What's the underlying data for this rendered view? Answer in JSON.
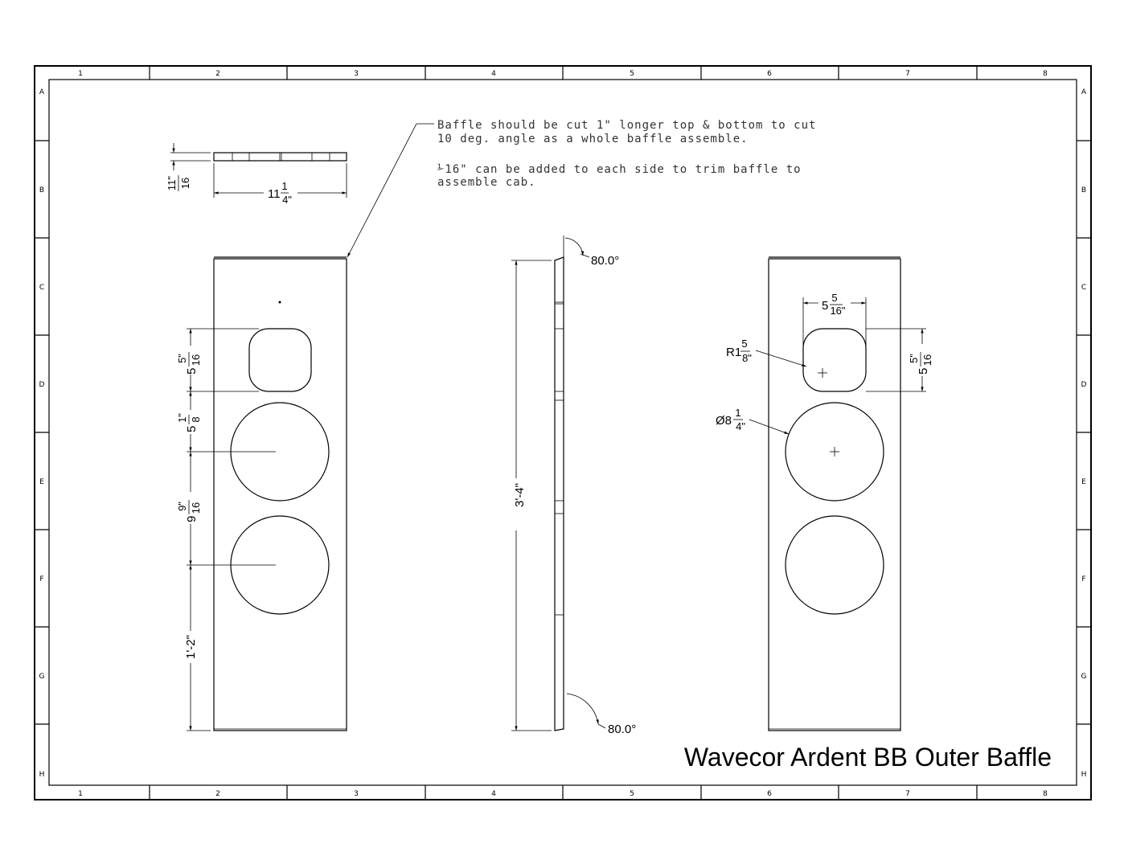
{
  "sheet": {
    "zone_columns": [
      "1",
      "2",
      "3",
      "4",
      "5",
      "6",
      "7",
      "8"
    ],
    "zone_rows": [
      "A",
      "B",
      "C",
      "D",
      "E",
      "F",
      "G",
      "H"
    ],
    "title": "Wavecor Ardent BB Outer Baffle"
  },
  "notes": {
    "line1": "Baffle should be cut 1\" longer top & bottom to cut",
    "line2": "10 deg. angle as a whole baffle assemble.",
    "line3": "⅟16\" can be added to each side to trim baffle to",
    "line4": "assemble cab."
  },
  "top_view": {
    "thickness_whole": "",
    "thickness_num": "11\"",
    "thickness_den": "16",
    "width_whole": "11",
    "width_num": "1",
    "width_den": "4\""
  },
  "front_view": {
    "tweeter_whole": "5",
    "tweeter_num": "5\"",
    "tweeter_den": "16",
    "gap_whole": "5",
    "gap_num": "1\"",
    "gap_den": "8",
    "spacing_whole": "9",
    "spacing_num": "9\"",
    "spacing_den": "16",
    "bottom_dim": "1'-2\""
  },
  "side_view": {
    "height": "3'-4\"",
    "angle_top": "80.0°",
    "angle_bottom": "80.0°"
  },
  "detail_view": {
    "width_whole": "5",
    "width_num": "5",
    "width_den": "16\"",
    "height_whole": "5",
    "height_num": "5\"",
    "height_den": "16",
    "radius_prefix": "R1",
    "radius_num": "5",
    "radius_den": "8\"",
    "diameter_prefix": "Ø8",
    "diameter_num": "1",
    "diameter_den": "4\""
  }
}
